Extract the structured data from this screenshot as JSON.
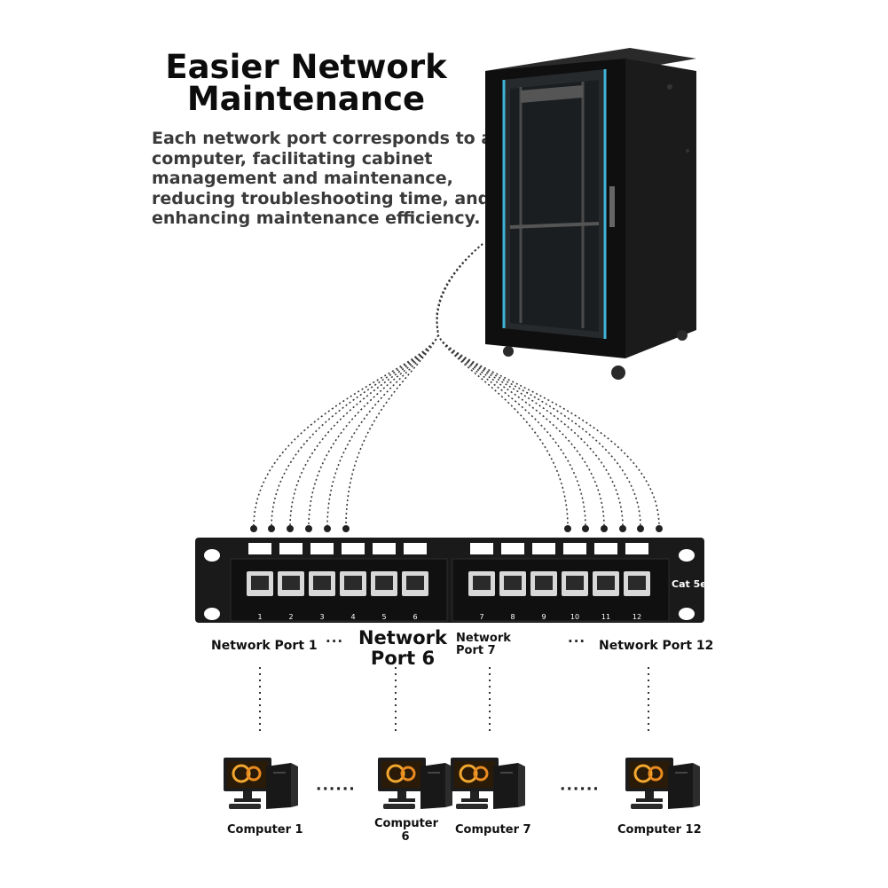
{
  "headline": {
    "line1": "Easier Network",
    "line2": "Maintenance"
  },
  "description": {
    "lines": [
      "Each network port corresponds to a",
      "computer, facilitating cabinet",
      "management and maintenance,",
      "reducing troubleshooting time, and",
      "enhancing maintenance efficiency."
    ]
  },
  "panel": {
    "model": "Cat 5e",
    "port_numbers": [
      "1",
      "2",
      "3",
      "4",
      "5",
      "6",
      "7",
      "8",
      "9",
      "10",
      "11",
      "12"
    ]
  },
  "port_labels": {
    "port1": "Network Port 1",
    "port6_line1": "Network",
    "port6_line2": "Port 6",
    "port7_line1": "Network",
    "port7_line2": "Port 7",
    "port12": "Network Port 12",
    "ellipsis_short": "···",
    "ellipsis_long": "······"
  },
  "computers": {
    "c1": "Computer 1",
    "c6_line1": "Computer",
    "c6_line2": "6",
    "c7": "Computer 7",
    "c12": "Computer 12"
  },
  "icons": [
    "server-cabinet-icon",
    "patch-panel",
    "desktop-computer-icon"
  ],
  "colors": {
    "cabinet": "#141414",
    "cabinet_trim": "#3fb4d8",
    "cable": "#333333",
    "panel": "#1a1a1a"
  }
}
